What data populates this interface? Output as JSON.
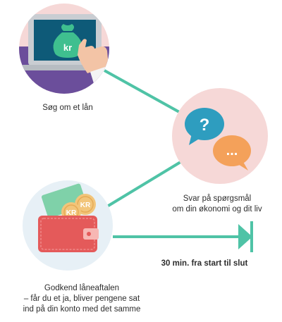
{
  "steps": {
    "apply": {
      "label": "Søg om et lån"
    },
    "answer": {
      "lines": [
        "Svar på spørgsmål",
        "om din økonomi og dit liv"
      ]
    },
    "approve": {
      "lines": [
        "Godkend låneaftalen",
        "– får du et ja, bliver pengene sat",
        "ind på din konto med det samme"
      ]
    }
  },
  "arrow": {
    "label": "30 min. fra start til slut"
  },
  "icons": {
    "moneybag_text": "kr",
    "coin_text": "KR",
    "question_mark": "?",
    "ellipsis": "..."
  },
  "colors": {
    "connector": "#4fc3a6",
    "circle_fill": "#f6d8d7",
    "laptop_screen": "#0e5a78",
    "purple": "#6b4e9b",
    "blue_bubble": "#2e9dbf",
    "orange_bubble": "#f4a15a",
    "wallet": "#e45a5a",
    "coin": "#f2c57a"
  }
}
